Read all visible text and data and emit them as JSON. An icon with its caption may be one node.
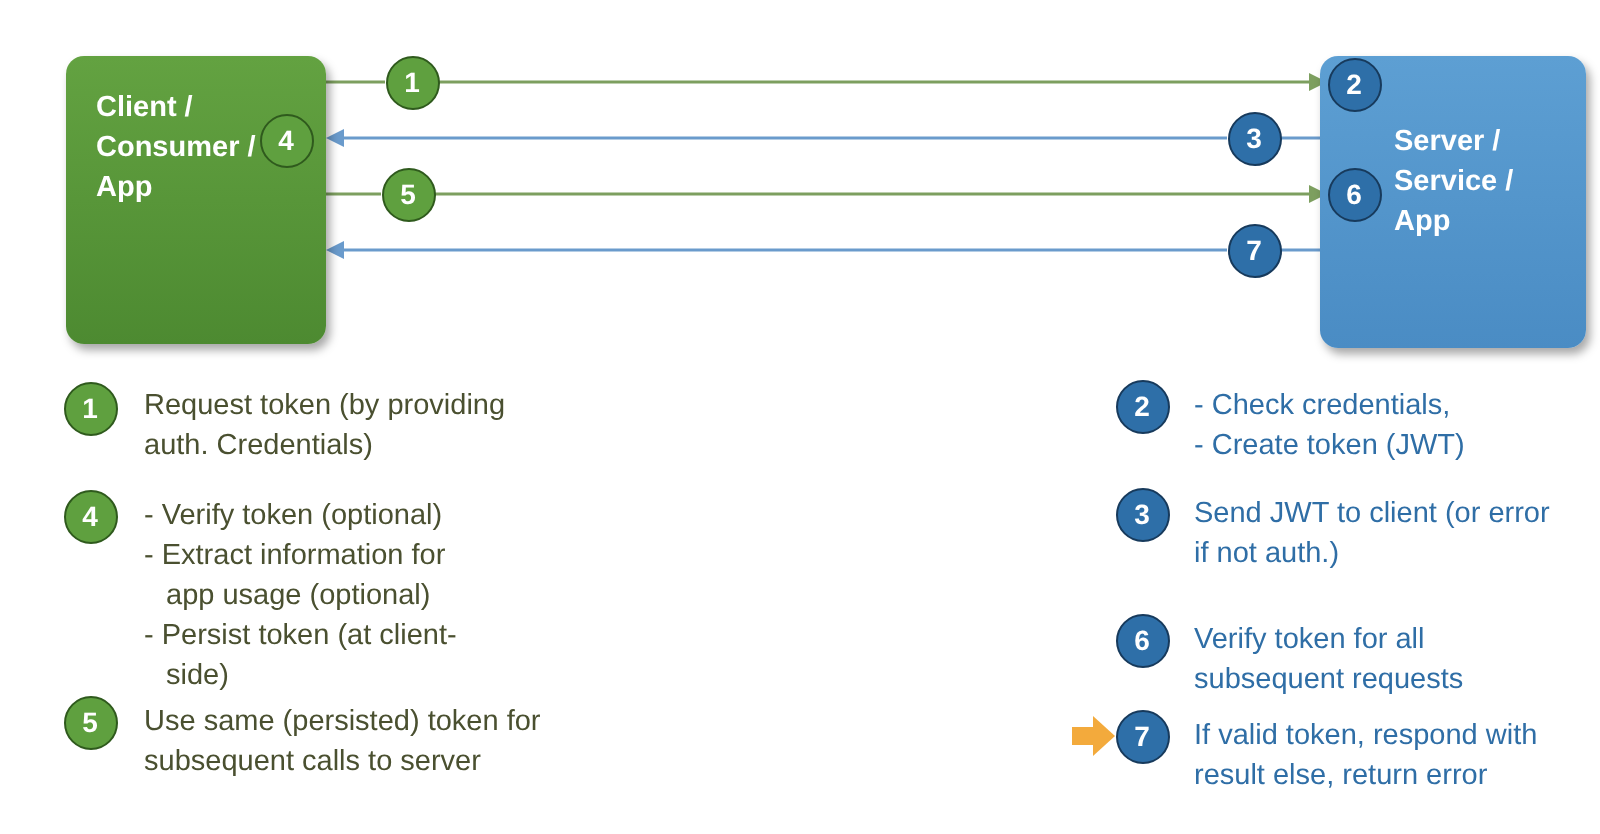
{
  "diagram": {
    "nodes": [
      {
        "text": [
          "Client / Consumer / App"
        ]
      },
      {
        "text": [
          "4"
        ],
        "in": 0
      },
      {
        "text": [
          "Server / Service / App"
        ]
      },
      {
        "text": [
          "2"
        ],
        "in": 2
      },
      {
        "text": [
          "6"
        ],
        "in": 2
      },
      {
        "text": [
          "1"
        ]
      },
      {
        "text": [
          "3"
        ]
      },
      {
        "text": [
          "5"
        ]
      },
      {
        "text": [
          "7"
        ]
      },
      {
        "text": [
          "1"
        ],
        "beside": [
          "Request token (by providing auth. Credentials)"
        ]
      },
      {
        "text": [
          "4"
        ],
        "beside": [
          "- Verify token (optional)",
          "- Extract information for app usage (optional)",
          "- Persist token (at client-side)"
        ]
      },
      {
        "text": [
          "5"
        ],
        "beside": [
          "Use same (persisted) token for subsequent calls to server"
        ]
      },
      {
        "text": [
          "2"
        ],
        "beside": [
          "- Check credentials,",
          "- Create token (JWT)"
        ]
      },
      {
        "text": [
          "3"
        ],
        "beside": [
          "Send JWT to client (or error if not auth.)"
        ]
      },
      {
        "text": [
          "6"
        ],
        "beside": [
          "Verify token for all subsequent requests"
        ]
      },
      {
        "text": [
          "7"
        ],
        "beside": [
          "If valid token, respond with result else, return error"
        ]
      }
    ],
    "edges": [
      {
        "from": 0,
        "to": 5,
        "arrow": "none",
        "color": "#7d9f5f"
      },
      {
        "from": 5,
        "to": 3,
        "arrow": "to",
        "color": "#7d9f5f"
      },
      {
        "from": 2,
        "to": 6,
        "arrow": "none",
        "color": "#6a9bcc"
      },
      {
        "from": 6,
        "to": 0,
        "arrow": "to",
        "color": "#6a9bcc"
      },
      {
        "from": 0,
        "to": 7,
        "arrow": "none",
        "color": "#7d9f5f"
      },
      {
        "from": 7,
        "to": 4,
        "arrow": "to",
        "color": "#7d9f5f"
      },
      {
        "from": 2,
        "to": 8,
        "arrow": "none",
        "color": "#6a9bcc"
      },
      {
        "from": 8,
        "to": 0,
        "arrow": "to",
        "color": "#6a9bcc"
      },
      {
        "from": null,
        "to": 15,
        "arrow": "to",
        "style": "thick",
        "color": "#f3aa3c"
      }
    ]
  }
}
